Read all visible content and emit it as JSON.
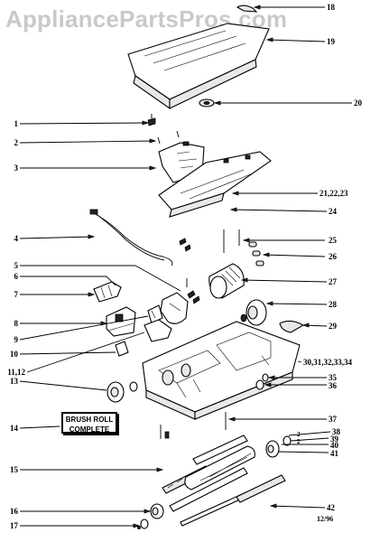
{
  "watermark": "AppliancePartsPros.com",
  "boxed_label": {
    "line1": "BRUSH ROLL",
    "line2": "COMPLETE"
  },
  "date_code": "12/96",
  "callouts_right": [
    "18",
    "19",
    "20",
    "21,22,23",
    "24",
    "25",
    "26",
    "27",
    "28",
    "29",
    "30,31,32,33,34",
    "35",
    "36",
    "37",
    "38",
    "39",
    "40",
    "41",
    "42"
  ],
  "callouts_left": [
    "1",
    "2",
    "3",
    "4",
    "5",
    "6",
    "7",
    "8",
    "9",
    "10",
    "11,12",
    "13",
    "14",
    "15",
    "16",
    "17"
  ],
  "inline_marks": [
    "2",
    "2"
  ]
}
